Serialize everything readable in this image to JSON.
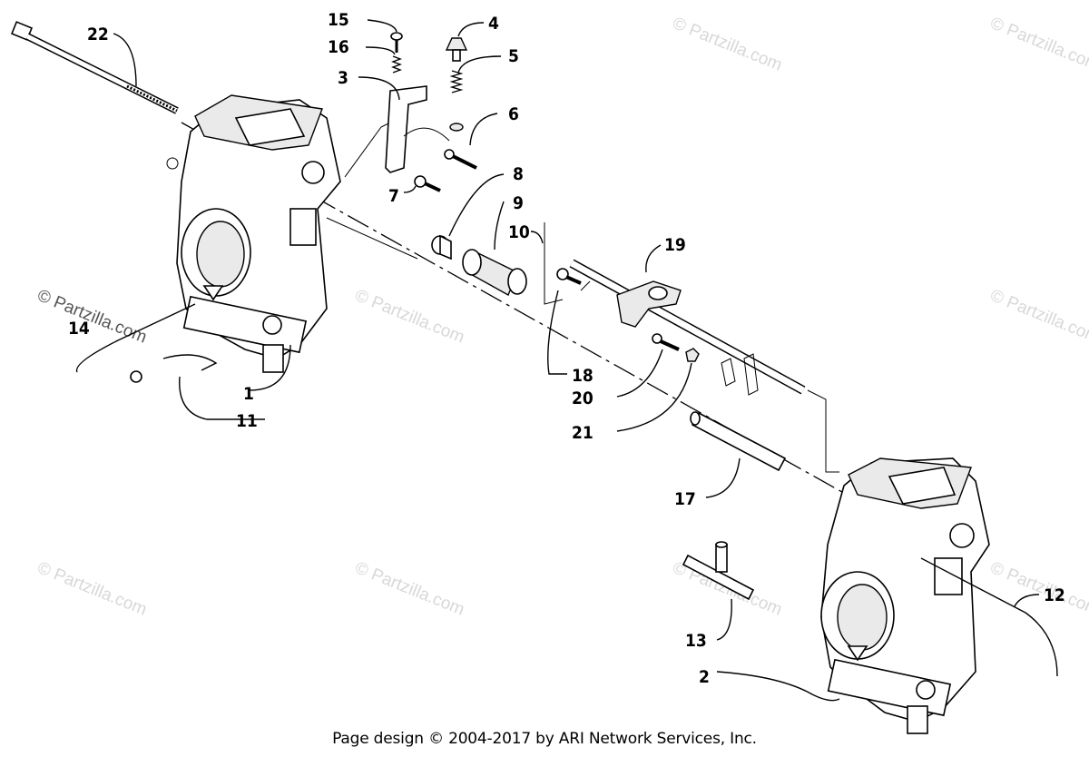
{
  "diagram": {
    "callouts": [
      "1",
      "2",
      "3",
      "4",
      "5",
      "6",
      "7",
      "8",
      "9",
      "10",
      "11",
      "12",
      "13",
      "14",
      "15",
      "16",
      "17",
      "18",
      "19",
      "20",
      "21",
      "22"
    ],
    "watermark": "© Partzilla.com",
    "footer": "Page design © 2004-2017 by ARI Network Services, Inc."
  }
}
